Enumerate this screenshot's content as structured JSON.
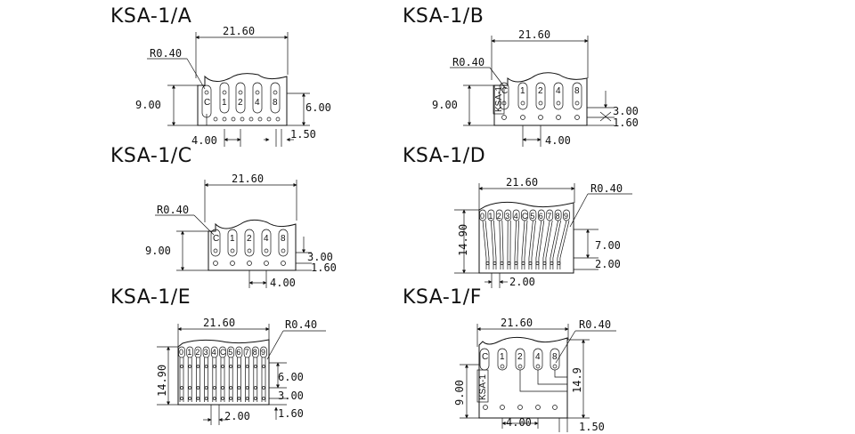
{
  "drawings": [
    {
      "title": "KSA-1/A",
      "width": "21.60",
      "height": "9.00",
      "radius": "R0.40",
      "right_dim": "6.00",
      "pitch": "4.00",
      "gap": "1.50",
      "pins": [
        "C",
        "1",
        "2",
        "4",
        "8"
      ]
    },
    {
      "title": "KSA-1/B",
      "width": "21.60",
      "height": "9.00",
      "radius": "R0.40",
      "right_dim_1": "3.00",
      "right_dim_2": "1.60",
      "pitch": "4.00",
      "side_label": "KSA-1",
      "pins": [
        "C",
        "1",
        "2",
        "4",
        "8"
      ]
    },
    {
      "title": "KSA-1/C",
      "width": "21.60",
      "height": "9.00",
      "radius": "R0.40",
      "right_dim_1": "3.00",
      "right_dim_2": "1.60",
      "pitch": "4.00",
      "pins": [
        "C",
        "1",
        "2",
        "4",
        "8"
      ]
    },
    {
      "title": "KSA-1/D",
      "width": "21.60",
      "height": "14.90",
      "radius": "R0.40",
      "right_dim_1": "7.00",
      "right_dim_2": "2.00",
      "pitch": "2.00",
      "pins": [
        "0",
        "1",
        "2",
        "3",
        "4",
        "C",
        "5",
        "6",
        "7",
        "8",
        "9"
      ]
    },
    {
      "title": "KSA-1/E",
      "width": "21.60",
      "height": "14.90",
      "radius": "R0.40",
      "right_dim_1": "6.00",
      "right_dim_2": "3.00",
      "right_dim_3": "1.60",
      "pitch": "2.00",
      "pins": [
        "0",
        "1",
        "2",
        "3",
        "4",
        "C",
        "5",
        "6",
        "7",
        "8",
        "9"
      ]
    },
    {
      "title": "KSA-1/F",
      "width": "21.60",
      "height_left": "9.00",
      "height_right": "14.9",
      "radius": "R0.40",
      "pitch": "4.00",
      "gap": "1.50",
      "side_label": "KSA-1",
      "pins": [
        "C",
        "1",
        "2",
        "4",
        "8"
      ]
    }
  ]
}
